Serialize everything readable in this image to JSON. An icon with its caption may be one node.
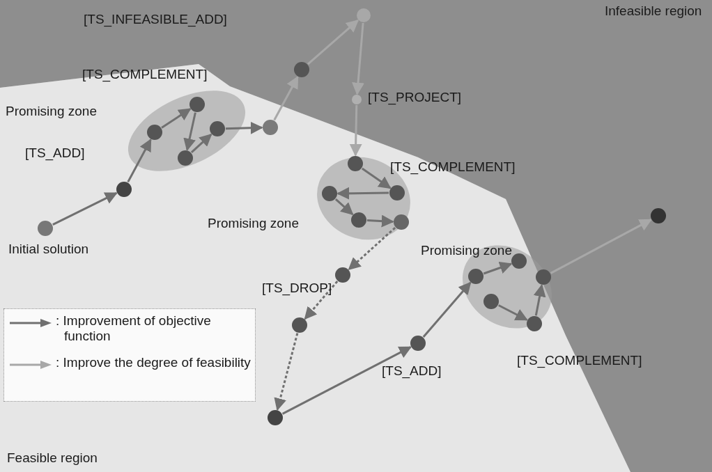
{
  "diagram": {
    "nodes": [
      {
        "text": [],
        "shape": "circle"
      },
      {
        "text": [],
        "shape": "circle"
      },
      {
        "text": [
          "Promising zone"
        ],
        "beside": [
          "[TS_COMPLEMENT]"
        ]
      },
      {
        "text": [],
        "shape": "circle",
        "in": 2
      },
      {
        "text": [],
        "shape": "circle",
        "in": 2
      },
      {
        "text": [],
        "shape": "circle",
        "in": 2
      },
      {
        "text": [],
        "shape": "circle",
        "in": 2
      },
      {
        "text": [],
        "shape": "circle"
      },
      {
        "text": [],
        "shape": "circle",
        "beside": [
          "[TS_PROJECT]"
        ]
      },
      {
        "text": [
          "Promising zone"
        ],
        "beside": [
          "[TS_COMPLEMENT]"
        ]
      },
      {
        "text": [],
        "shape": "circle",
        "in": 9
      },
      {
        "text": [],
        "shape": "circle",
        "in": 9
      },
      {
        "text": [],
        "shape": "circle",
        "in": 9
      },
      {
        "text": [],
        "shape": "circle",
        "in": 9
      },
      {
        "text": [],
        "shape": "circle",
        "in": 9
      },
      {
        "text": [],
        "shape": "circle",
        "beside": [
          "[TS_ADD]"
        ]
      },
      {
        "text": [],
        "shape": "circle",
        "beside": [
          "Initial solution"
        ]
      },
      {
        "text": [
          "Promising zone"
        ],
        "beside": [
          "[TS_COMPLEMENT]"
        ]
      },
      {
        "text": [],
        "shape": "circle",
        "in": 17
      },
      {
        "text": [],
        "shape": "circle",
        "in": 17
      },
      {
        "text": [],
        "shape": "circle",
        "in": 17
      },
      {
        "text": [],
        "shape": "circle",
        "in": 17
      },
      {
        "text": [],
        "shape": "circle",
        "in": 17
      },
      {
        "text": [],
        "shape": "circle"
      },
      {
        "text": [],
        "shape": "circle",
        "beside": [
          "[TS_DROP]"
        ]
      },
      {
        "text": [],
        "shape": "circle"
      },
      {
        "text": [],
        "shape": "circle",
        "beside": [
          "[TS_ADD]"
        ]
      },
      {
        "text": [],
        "shape": "circle"
      }
    ],
    "edges": [
      {
        "from": 16,
        "to": 15,
        "arrow": "to"
      },
      {
        "from": 15,
        "to": 4,
        "arrow": "to"
      },
      {
        "from": 4,
        "to": 3,
        "arrow": "to"
      },
      {
        "from": 3,
        "to": 6,
        "arrow": "to"
      },
      {
        "from": 6,
        "to": 5,
        "arrow": "to"
      },
      {
        "from": 5,
        "to": 7,
        "arrow": "to"
      },
      {
        "from": 7,
        "to": 1,
        "arrow": "to",
        "color": "#a8a8a8"
      },
      {
        "from": 1,
        "to": 0,
        "arrow": "to",
        "color": "#a8a8a8"
      },
      {
        "from": 0,
        "to": 8,
        "arrow": "to",
        "color": "#a8a8a8"
      },
      {
        "from": 8,
        "to": 10,
        "arrow": "to",
        "color": "#a8a8a8"
      },
      {
        "from": 10,
        "to": 11,
        "arrow": "to"
      },
      {
        "from": 11,
        "to": 12,
        "arrow": "to"
      },
      {
        "from": 12,
        "to": 13,
        "arrow": "to"
      },
      {
        "from": 13,
        "to": 14,
        "arrow": "to"
      },
      {
        "from": 14,
        "to": 24,
        "arrow": "to",
        "style": "dashed"
      },
      {
        "from": 24,
        "to": 25,
        "arrow": "to",
        "style": "dashed"
      },
      {
        "from": 25,
        "to": 27,
        "arrow": "to",
        "style": "dashed"
      },
      {
        "from": 27,
        "to": 26,
        "arrow": "to"
      },
      {
        "from": 26,
        "to": 19,
        "arrow": "to"
      },
      {
        "from": 19,
        "to": 18,
        "arrow": "to"
      },
      {
        "from": 21,
        "to": 22,
        "arrow": "to"
      },
      {
        "from": 22,
        "to": 20,
        "arrow": "to"
      },
      {
        "from": 20,
        "to": 23,
        "arrow": "to",
        "color": "#a8a8a8"
      }
    ],
    "labels": [
      "[TS_INFEASIBLE_ADD]",
      "Infeasible region",
      "Feasible region"
    ],
    "legend": [
      {
        "text": ": Improvement of objective function"
      },
      {
        "text": ": Improve the degree of feasibility"
      }
    ]
  }
}
